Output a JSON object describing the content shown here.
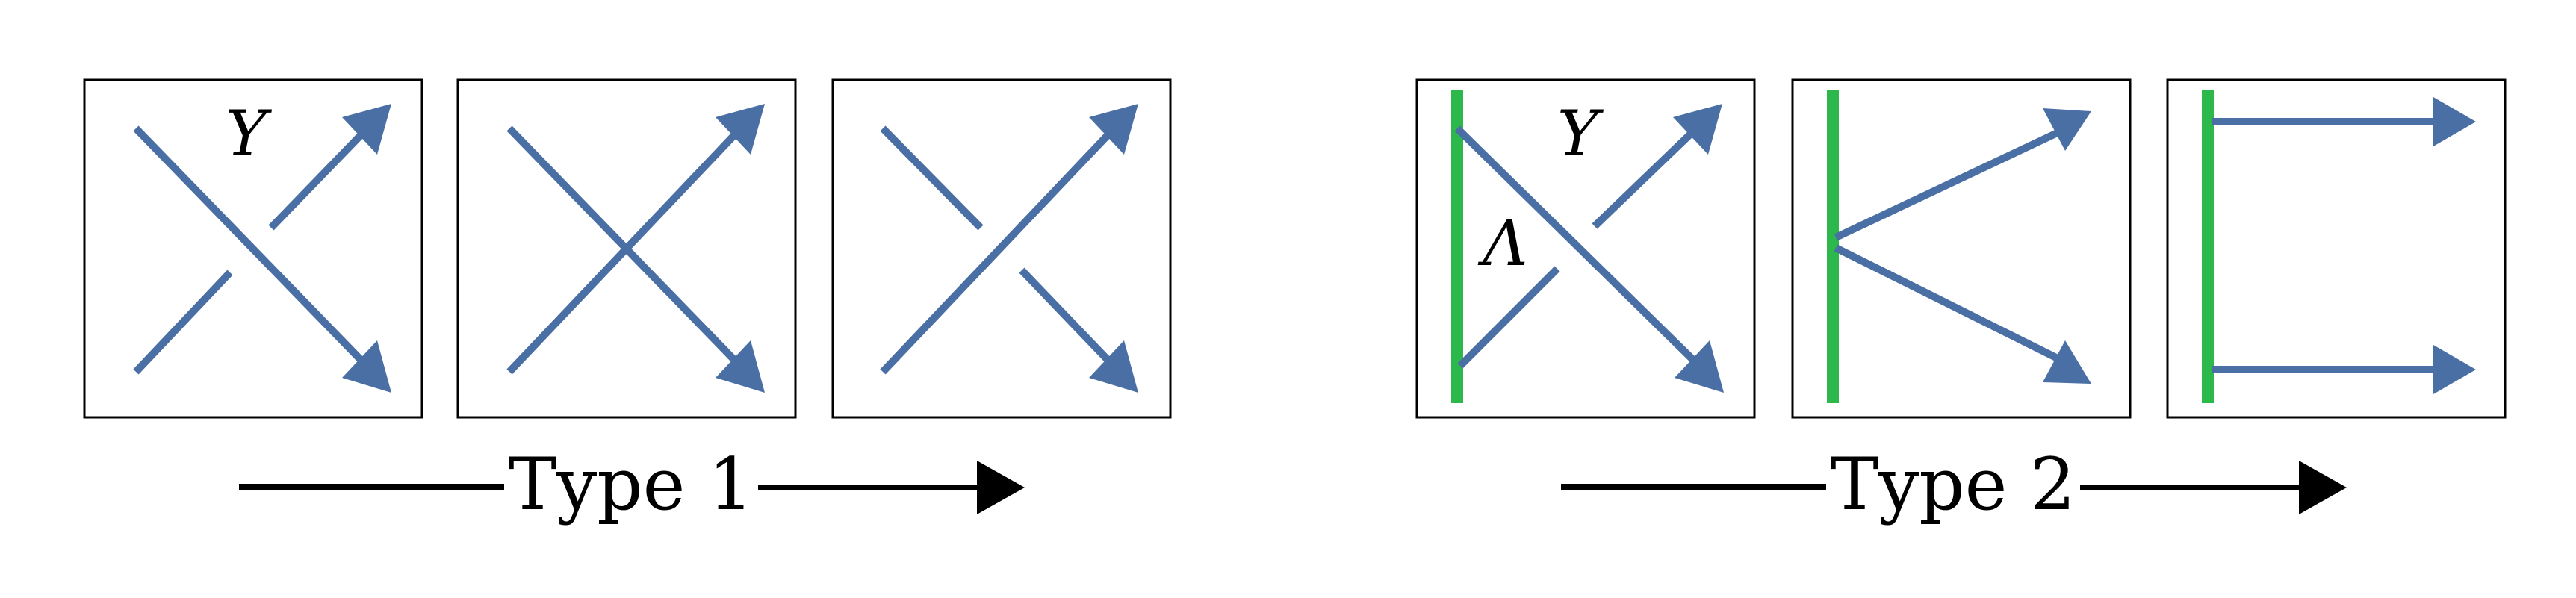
{
  "groups": [
    {
      "label": "Type 1"
    },
    {
      "label": "Type 2"
    }
  ],
  "panels": {
    "t1p1_label": "Y",
    "t2p1_label_y": "Y",
    "t2p1_label_lambda": "Λ"
  },
  "colors": {
    "strand": "#4a6fa5",
    "wall": "#2cb84a",
    "frame": "#000000",
    "arrow": "#000000"
  }
}
